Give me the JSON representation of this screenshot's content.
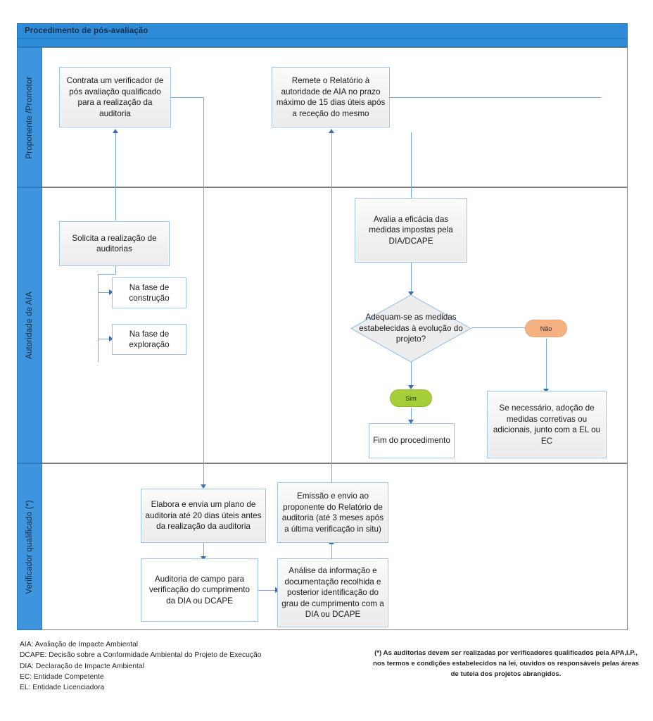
{
  "diagram": {
    "title": "Procedimento de pós-avaliação",
    "type": "swimlane-flowchart",
    "accent_color": "#2E8BD8",
    "lane_header_color": "#3E95DD",
    "connector_color": "#7BA7D7",
    "node_border_color": "#9DC3E6"
  },
  "lanes": [
    {
      "id": "lane-proponente",
      "label": "Proponente /Promotor"
    },
    {
      "id": "lane-autoridade",
      "label": "Autoridade de AIA"
    },
    {
      "id": "lane-verificador",
      "label": "Verificador qualificado (*)"
    }
  ],
  "nodes": {
    "contrata_verificador": "Contrata um verificador de pós avaliação qualificado para a realização da auditoria",
    "remete_relatorio": "Remete o Relatório à autoridade de AIA no prazo máximo de 15 dias úteis após a receção do mesmo",
    "solicita_auditorias": "Solicita a realização de auditorias",
    "fase_construcao": "Na fase de construção",
    "fase_exploracao": "Na fase de exploração",
    "avalia_eficacia": "Avalia a eficácia das medidas impostas pela DIA/DCAPE",
    "decisao": "Adequam-se as medidas estabelecidas à evolução do projeto?",
    "label_nao": "Não",
    "label_sim": "Sim",
    "fim_procedimento": "Fim do procedimento",
    "medidas_corretivas": "Se necessário, adoção de medidas corretivas ou adicionais, junto com a EL ou EC",
    "elabora_plano": "Elabora e envia um plano de auditoria até 20 dias úteis antes da realização da auditoria",
    "auditoria_campo": "Auditoria de campo para verificação do cumprimento da DIA ou DCAPE",
    "analise_informacao": "Análise da informação e documentação recolhida e posterior identificação do grau de cumprimento com a DIA ou DCAPE",
    "emissao_envio": "Emissão e envio ao proponente do Relatório de auditoria  (até 3 meses após a última verificação in situ)"
  },
  "legend": [
    "AIA: Avaliação de Impacte Ambiental",
    "DCAPE: Decisão sobre a Conformidade Ambiental do Projeto de Execução",
    "DIA: Declaração de Impacte Ambiental",
    "EC: Entidade Competente",
    "EL: Entidade Licenciadora"
  ],
  "footnote": "(*) As auditorias devem ser realizadas por verificadores qualificados pela APA,I.P., nos termos e condições estabelecidos na lei, ouvidos os responsáveis pelas áreas de tutela dos projetos abrangidos."
}
